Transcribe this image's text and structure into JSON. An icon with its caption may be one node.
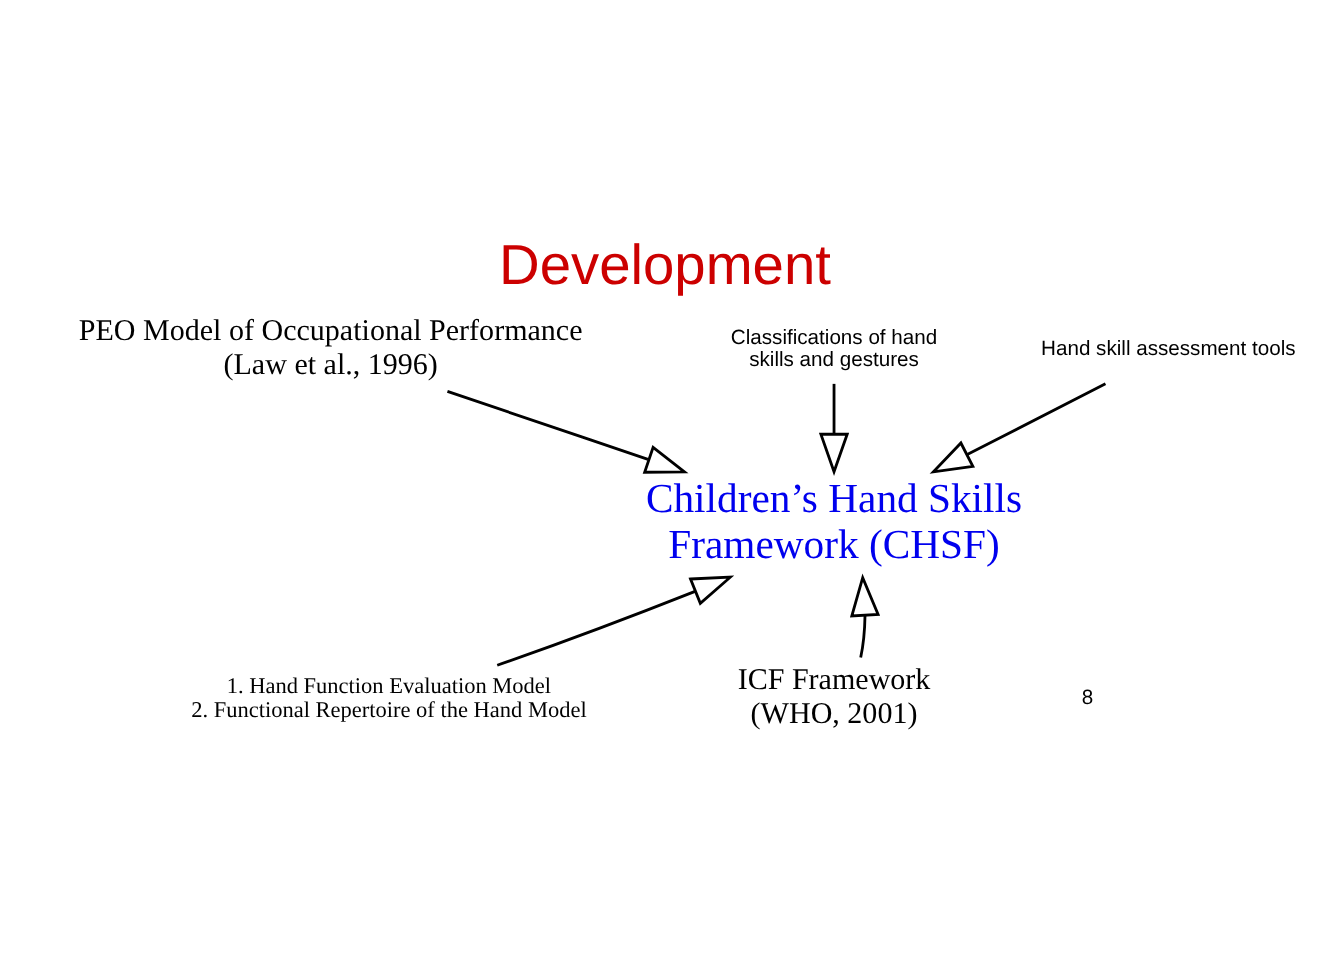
{
  "diagram": {
    "title": "Development",
    "nodes": [
      {
        "text": [
          "PEO Model of Occupational Performance",
          "(Law et al., 1996)"
        ]
      },
      {
        "text": [
          "Classifications of hand skills and gestures"
        ]
      },
      {
        "text": [
          "Hand skill assessment tools"
        ]
      },
      {
        "text": [
          "Children’s Hand Skills Framework (CHSF)"
        ]
      },
      {
        "text": [
          "1. Hand Function Evaluation Model",
          "2. Functional Repertoire of the Hand Model"
        ]
      },
      {
        "text": [
          "ICF Framework",
          "(WHO, 2001)"
        ]
      }
    ],
    "edges": [
      {
        "from": 0,
        "to": 3,
        "arrow": "to"
      },
      {
        "from": 1,
        "to": 3,
        "arrow": "to"
      },
      {
        "from": 2,
        "to": 3,
        "arrow": "to"
      },
      {
        "from": 4,
        "to": 3,
        "arrow": "to"
      },
      {
        "from": 5,
        "to": 3,
        "arrow": "to"
      }
    ],
    "labels": [
      "8"
    ]
  }
}
